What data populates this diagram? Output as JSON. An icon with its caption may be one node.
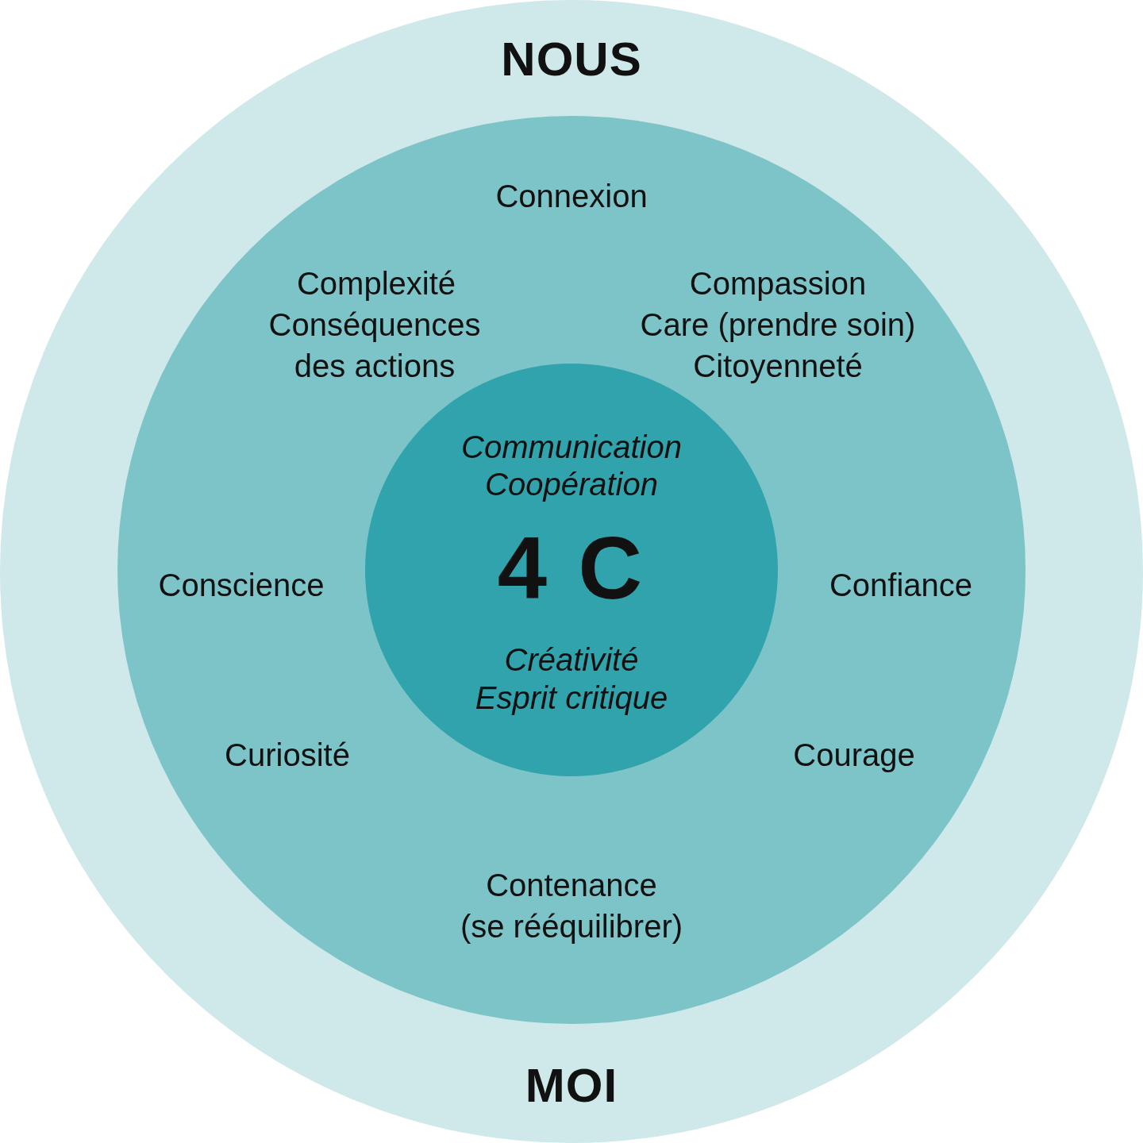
{
  "diagram": {
    "nodes": [
      {
        "text": [
          "NOUS",
          "MOI"
        ]
      },
      {
        "text": [
          "Connexion",
          "Complexité",
          "Conséquences des actions",
          "Compassion",
          "Care (prendre soin)",
          "Citoyenneté",
          "Conscience",
          "Confiance",
          "Curiosité",
          "Courage",
          "Contenance (se rééquilibrer)"
        ],
        "in": 0
      },
      {
        "text": [
          "Communication",
          "Coopération",
          "4 C",
          "Créativité",
          "Esprit critique"
        ],
        "in": 1
      }
    ]
  }
}
